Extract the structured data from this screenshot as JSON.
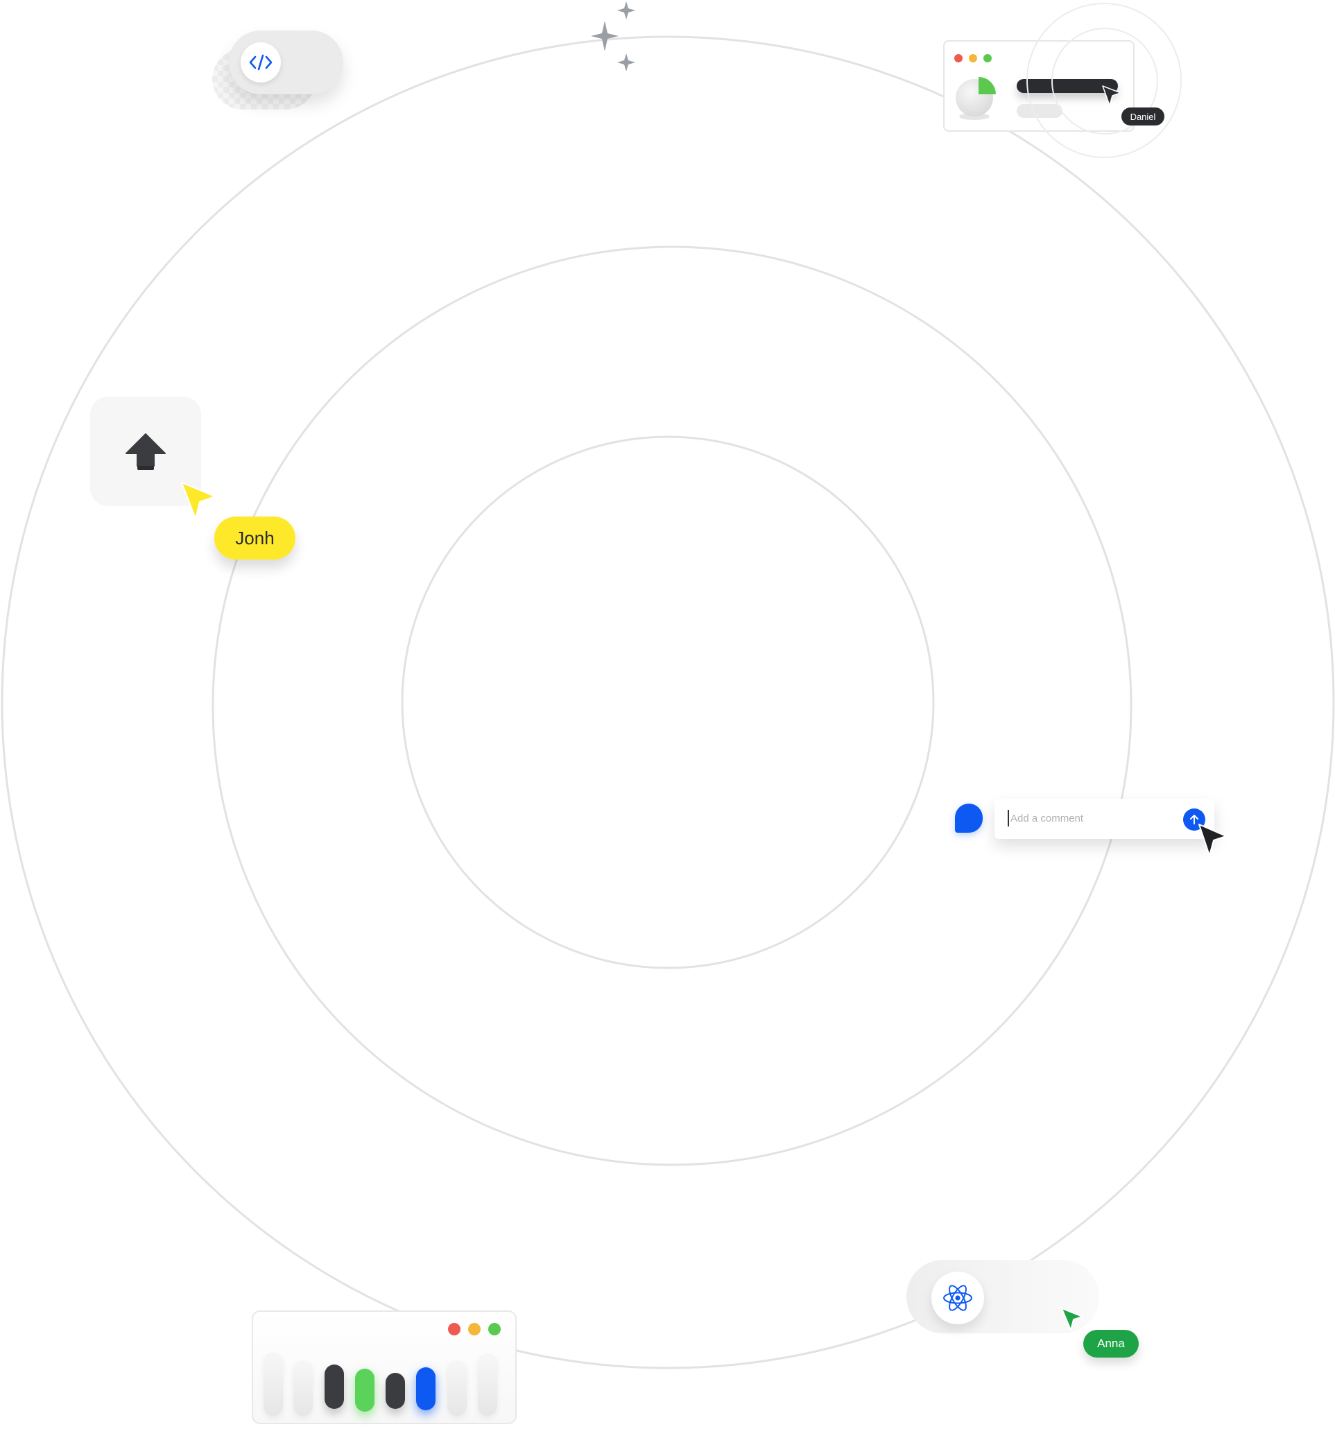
{
  "cursors": {
    "daniel": "Daniel",
    "jonh": "Jonh",
    "anna": "Anna"
  },
  "comment": {
    "placeholder": "Add a comment"
  },
  "icons": {
    "code": "code-brackets-icon",
    "upload": "upload-arrow-icon",
    "react": "react-atom-icon",
    "send": "arrow-up-icon",
    "comment": "comment-bubble-icon"
  },
  "colors": {
    "orbit": "#e2e2e2",
    "sparkle": "#9a9ea5",
    "brand_blue": "#0d59f2",
    "accent_yellow": "#fde92a",
    "accent_green": "#1ea446",
    "traffic_red": "#ee5a4f",
    "traffic_yellow": "#f4b73a",
    "traffic_green": "#5bc94f"
  }
}
